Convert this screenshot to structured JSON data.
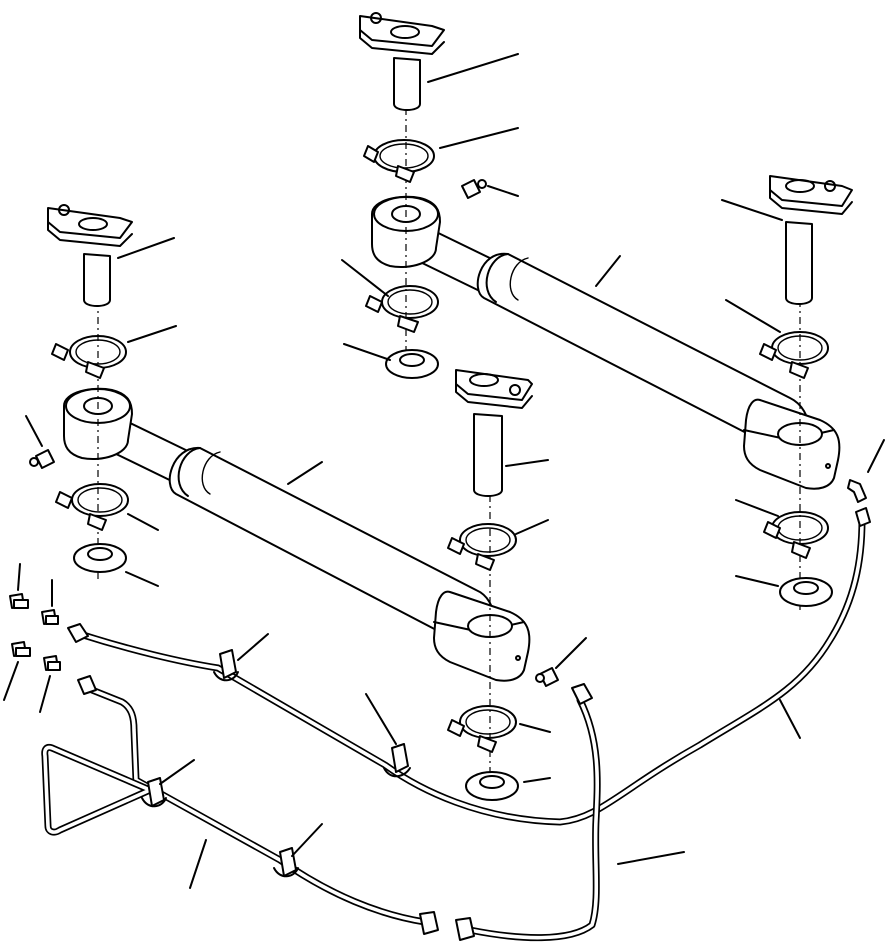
{
  "diagram": {
    "type": "exploded-parts-view",
    "background": "#ffffff",
    "line_color": "#000000",
    "parts": [
      {
        "name": "steering-cylinder",
        "count": 2
      },
      {
        "name": "mounting-pin",
        "count": 4
      },
      {
        "name": "pin-clamp",
        "count": 6
      },
      {
        "name": "spacer-washer",
        "count": 4
      },
      {
        "name": "grease-fitting",
        "count": 3
      },
      {
        "name": "elbow-fitting",
        "count": 1
      },
      {
        "name": "hose-adapter",
        "count": 4
      },
      {
        "name": "hydraulic-tube",
        "count": 2
      },
      {
        "name": "hydraulic-hose",
        "count": 2
      },
      {
        "name": "tube-clip",
        "count": 4
      }
    ],
    "callout_count": 24,
    "callout_labels_visible": false
  }
}
